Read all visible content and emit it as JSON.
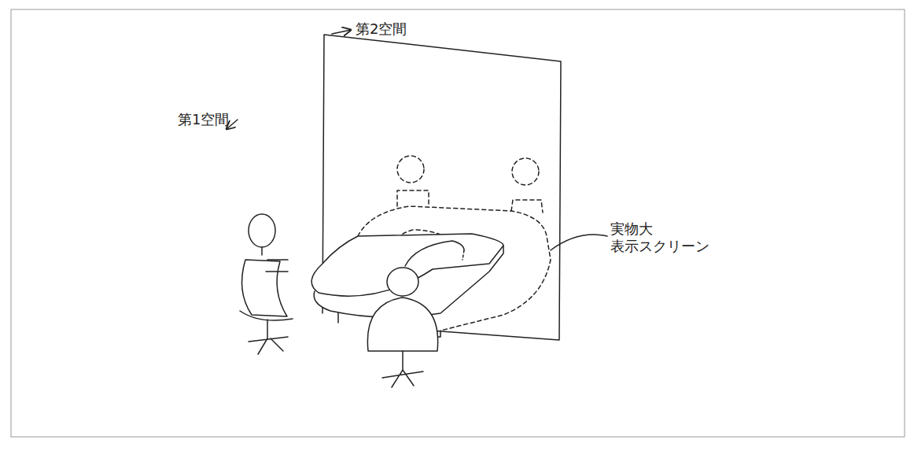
{
  "diagram": {
    "labels": [
      "第1空間",
      "第2空間",
      "実物大 表示スクリーン"
    ]
  }
}
